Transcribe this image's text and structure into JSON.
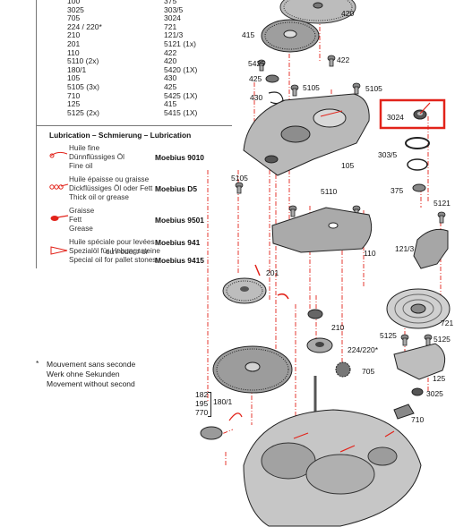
{
  "parts_table": {
    "rows": [
      {
        "left": "100",
        "right": "375"
      },
      {
        "left": "3025",
        "right": "303/5"
      },
      {
        "left": "705",
        "right": "3024"
      },
      {
        "left": "224 / 220*",
        "right": "721"
      },
      {
        "left": "210",
        "right": "121/3"
      },
      {
        "left": "201",
        "right": "5121  (1x)"
      },
      {
        "left": "110",
        "right": "422"
      },
      {
        "left": "5110  (2x)",
        "right": "420"
      },
      {
        "left": "180/1",
        "right": "5420  (1X)"
      },
      {
        "left": "105",
        "right": "430"
      },
      {
        "left": "5105  (3x)",
        "right": "425"
      },
      {
        "left": "710",
        "right": "5425  (1X)"
      },
      {
        "left": "125",
        "right": "415"
      },
      {
        "left": "5125  (2x)",
        "right": "5415  (1X)"
      }
    ]
  },
  "lubrication": {
    "title": "Lubrication – Schmierung – Lubrication",
    "entries": [
      {
        "fr": "Huile fine",
        "de": "Dünnflüssiges Öl",
        "en": "Fine oil",
        "product": "Moebius 9010"
      },
      {
        "fr": "Huile épaisse ou graisse",
        "de": "Dickflüssiges Öl oder Fett",
        "en": "Thick oil or grease",
        "product": "Moebius D5"
      },
      {
        "fr": "Graisse",
        "de": "Fett",
        "en": "Grease",
        "product": "Moebius 9501"
      },
      {
        "fr": "Huile spéciale pour levées",
        "de": "Spezialöl für Hebungssteine",
        "en": "ou / oder / or",
        "product": "Moebius 941"
      },
      {
        "fr": "",
        "de": "",
        "en": "Special oil for pallet stones",
        "product": "Moebius 9415"
      }
    ]
  },
  "footnote": {
    "star": "*",
    "fr": "Mouvement sans seconde",
    "de": "Werk ohne Sekunden",
    "en": "Movement without second"
  },
  "parts": {
    "p420": "420",
    "p415": "415",
    "p5425": "5425",
    "p422": "422",
    "p425": "425",
    "p430": "430",
    "p5105a": "5105",
    "p5105b": "5105",
    "p3024": "3024",
    "p303": "303/5",
    "p5105c": "5105",
    "p105": "105",
    "p5110": "5110",
    "p375": "375",
    "p5121": "5121",
    "p121": "121/3",
    "p110": "110",
    "p201": "201",
    "p721": "721",
    "p210": "210",
    "p5125a": "5125",
    "p5125b": "5125",
    "p224": "224/220*",
    "p125": "125",
    "p705": "705",
    "p3025": "3025",
    "p182": "182",
    "p195": "195",
    "p770": "770",
    "p180": "180/1",
    "p710": "710"
  },
  "colors": {
    "accent": "#e2231a",
    "line": "#222222",
    "part_fill": "#b9b9b9",
    "part_dark": "#6d6d6d"
  }
}
